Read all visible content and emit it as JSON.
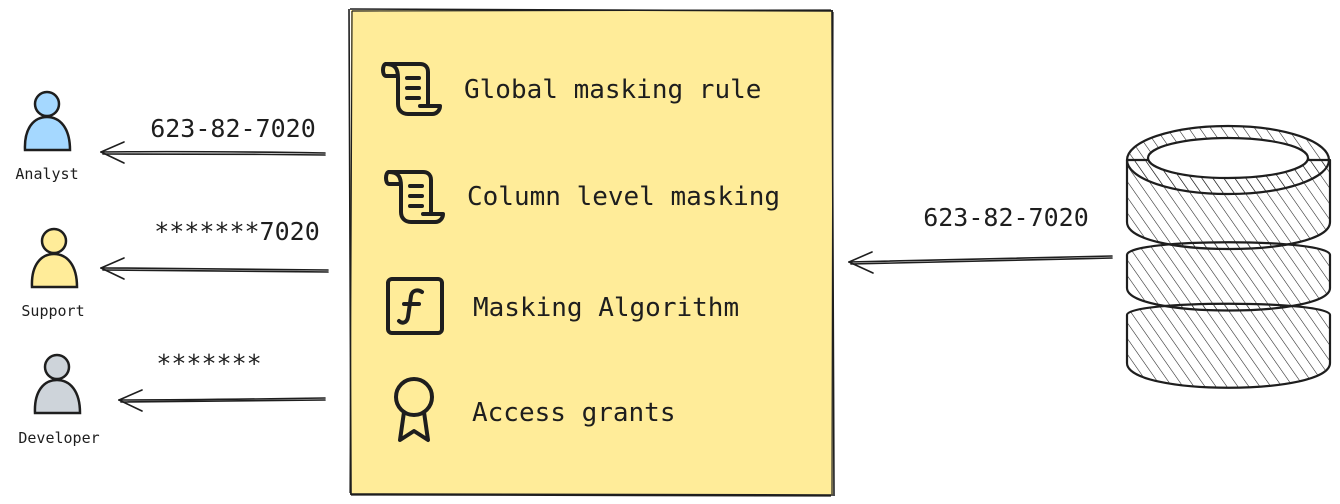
{
  "users": [
    {
      "label": "Analyst",
      "value": "623-82-7020",
      "color": "#a5d8ff"
    },
    {
      "label": "Support",
      "value": "*******7020",
      "color": "#ffec99"
    },
    {
      "label": "Developer",
      "value": "*******",
      "color": "#ced4da"
    }
  ],
  "policy_box": {
    "fill": "#ffec99",
    "items": [
      {
        "label": "Global masking rule",
        "icon": "scroll-icon"
      },
      {
        "label": "Column level masking",
        "icon": "scroll-icon"
      },
      {
        "label": "Masking Algorithm",
        "icon": "function-icon"
      },
      {
        "label": "Access grants",
        "icon": "award-ribbon-icon"
      }
    ]
  },
  "database": {
    "value": "623-82-7020",
    "icon": "database-icon"
  }
}
